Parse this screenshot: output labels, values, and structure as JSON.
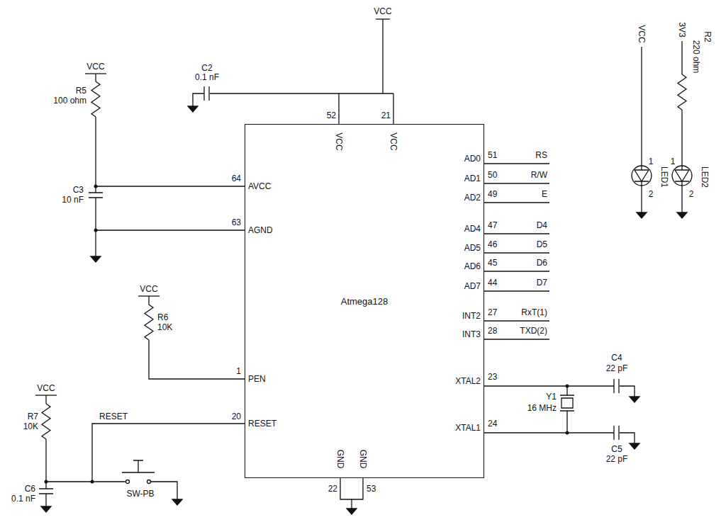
{
  "diagram": {
    "nodes": [
      {
        "text": [
          "Atmega128"
        ]
      }
    ],
    "labels": [
      "VCC",
      "C2",
      "0.1 nF",
      "52",
      "VCC",
      "21",
      "VCC",
      "VCC",
      "R5",
      "100 ohm",
      "64",
      "AVCC",
      "C3",
      "10 nF",
      "63",
      "AGND",
      "VCC",
      "R6",
      "10K",
      "1",
      "PEN",
      "RESET",
      "20",
      "RESET",
      "VCC",
      "R7",
      "10K",
      "SW-PB",
      "C6",
      "0.1 nF",
      "GND",
      "GND",
      "22",
      "53",
      "AD0",
      "51",
      "RS",
      "AD1",
      "50",
      "R/W",
      "AD2",
      "49",
      "E",
      "AD4",
      "47",
      "D4",
      "AD5",
      "46",
      "D5",
      "AD6",
      "45",
      "D6",
      "AD7",
      "44",
      "D7",
      "INT2",
      "27",
      "RxT(1)",
      "INT3",
      "28",
      "TXD(2)",
      "XTAL2",
      "23",
      "C4",
      "22 pF",
      "Y1",
      "16 MHz",
      "XTAL1",
      "24",
      "C5",
      "22 pF",
      "VCC",
      "1",
      "LED1",
      "2",
      "3V3",
      "R2",
      "220 ohm",
      "1",
      "LED2",
      "2"
    ]
  }
}
